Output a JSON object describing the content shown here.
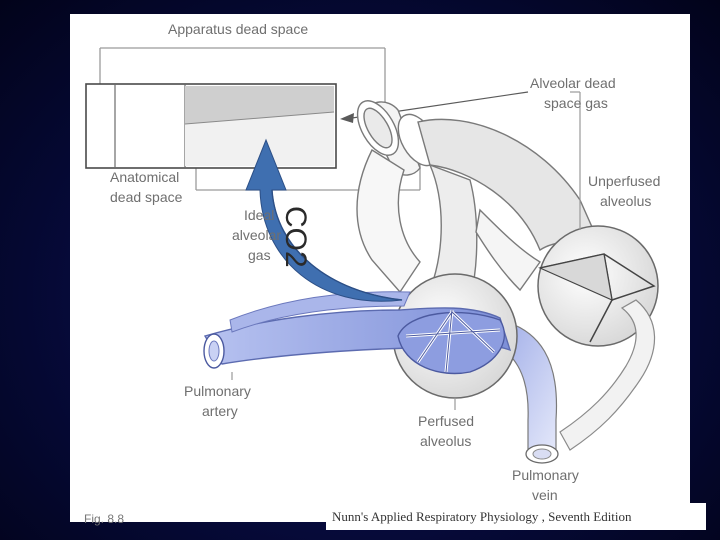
{
  "labels": {
    "apparatus_dead_space": "Apparatus dead space",
    "alveolar_dead_space_gas_1": "Alveolar dead",
    "alveolar_dead_space_gas_2": "space gas",
    "anatomical_dead_space_1": "Anatomical",
    "anatomical_dead_space_2": "dead space",
    "unperfused_alveolus_1": "Unperfused",
    "unperfused_alveolus_2": "alveolus",
    "ideal_alveolar_gas_1": "Ideal",
    "ideal_alveolar_gas_2": "alveolar",
    "ideal_alveolar_gas_3": "gas",
    "pulmonary_artery_1": "Pulmonary",
    "pulmonary_artery_2": "artery",
    "perfused_alveolus_1": "Perfused",
    "perfused_alveolus_2": "alveolus",
    "pulmonary_vein_1": "Pulmonary",
    "pulmonary_vein_2": "vein"
  },
  "arrow_label": "CO2",
  "citation": "Nunn's Applied Respiratory Physiology , Seventh Edition",
  "figure_ref": "Fig. 8.8",
  "colors": {
    "arrow": "#3f6fb0",
    "artery": "#8f9fe0",
    "vein": "#c8d0f2",
    "lines": "#9a9a9a"
  }
}
